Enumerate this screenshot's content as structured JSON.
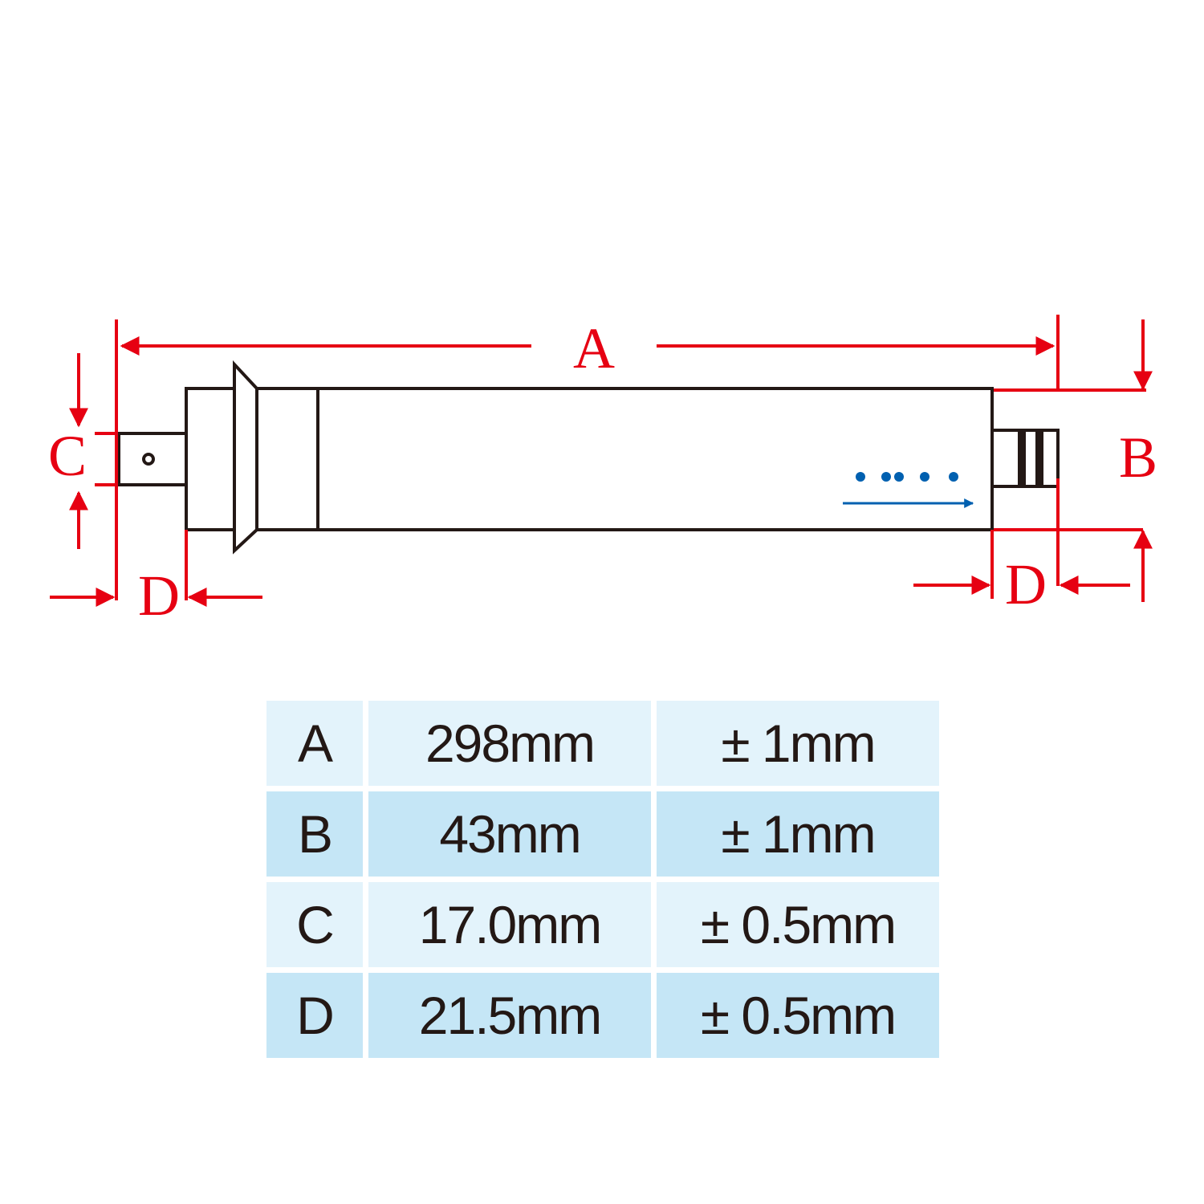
{
  "dimension_labels": {
    "a": "A",
    "b": "B",
    "c": "C",
    "d_left": "D",
    "d_right": "D"
  },
  "colors": {
    "dimension": "#e60012",
    "outline": "#231815",
    "flow": "#0060b0",
    "row_light": "#e3f3fb",
    "row_mid": "#c5e6f6"
  },
  "spec_table": {
    "rows": [
      {
        "label": "A",
        "value": "298mm",
        "tolerance": "± 1mm"
      },
      {
        "label": "B",
        "value": "43mm",
        "tolerance": "± 1mm"
      },
      {
        "label": "C",
        "value": "17.0mm",
        "tolerance": "± 0.5mm"
      },
      {
        "label": "D",
        "value": "21.5mm",
        "tolerance": "± 0.5mm"
      }
    ]
  }
}
